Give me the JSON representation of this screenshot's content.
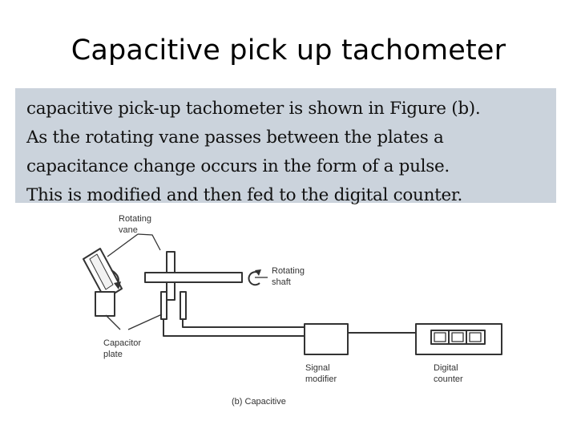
{
  "slide": {
    "title": "Capacitive pick up tachometer"
  },
  "body_text": {
    "lines": [
      "capacitive pick-up tachometer is shown in Figure (b).",
      "As the rotating vane passes between the plates a",
      "capacitance change occurs in the form of a pulse.",
      "This is modified and then fed to the digital counter."
    ]
  },
  "diagram": {
    "labels": {
      "rotating_vane_1": "Rotating",
      "rotating_vane_2": "vane",
      "rotating_shaft_1": "Rotating",
      "rotating_shaft_2": "shaft",
      "capacitor_plate_1": "Capacitor",
      "capacitor_plate_2": "plate",
      "signal_modifier_1": "Signal",
      "signal_modifier_2": "modifier",
      "digital_counter_1": "Digital",
      "digital_counter_2": "counter",
      "caption": "(b) Capacitive"
    }
  }
}
